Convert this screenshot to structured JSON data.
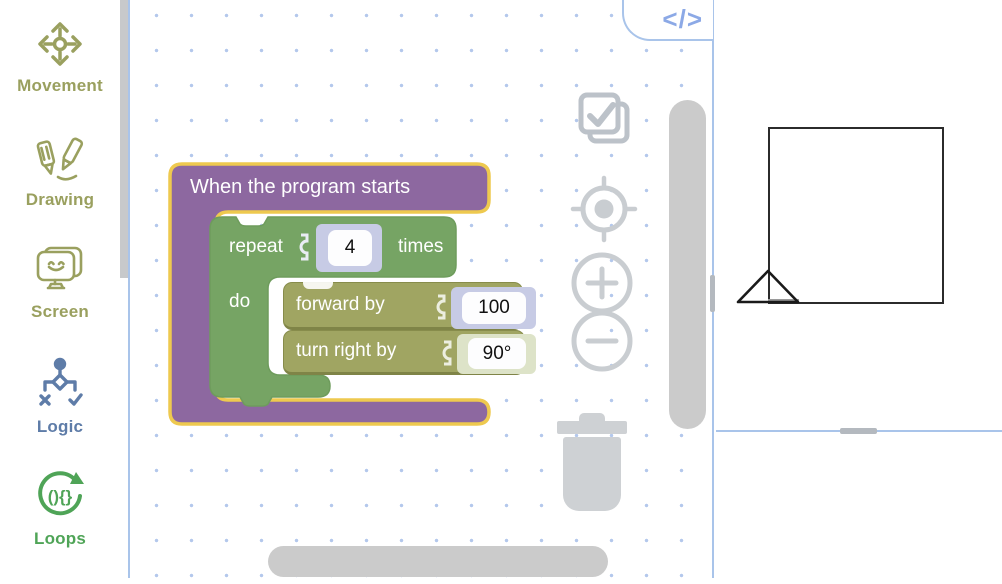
{
  "sidebar": {
    "categories": [
      {
        "id": "movement",
        "label": "Movement",
        "color": "#9aa05f",
        "icon": "movement-arrows-icon"
      },
      {
        "id": "drawing",
        "label": "Drawing",
        "color": "#9aa05f",
        "icon": "crayons-icon"
      },
      {
        "id": "screen",
        "label": "Screen",
        "color": "#9aa05f",
        "icon": "monitor-face-icon"
      },
      {
        "id": "logic",
        "label": "Logic",
        "color": "#5e7ca8",
        "icon": "flowchart-icon"
      },
      {
        "id": "loops",
        "label": "Loops",
        "color": "#4fa457",
        "icon": "loop-arrows-icon"
      }
    ]
  },
  "workspace": {
    "code_toggle": {
      "label": "</>"
    },
    "blocks": {
      "event": {
        "label": "When the program starts"
      },
      "repeat": {
        "prefix": "repeat",
        "value": "4",
        "suffix": "times",
        "do_label": "do"
      },
      "forward": {
        "label": "forward by",
        "value": "100"
      },
      "turn": {
        "label": "turn right by",
        "value": "90°"
      }
    },
    "controls": [
      "check-run-icon",
      "center-target-icon",
      "zoom-in-icon",
      "zoom-out-icon",
      "trash-icon"
    ]
  },
  "canvas": {
    "drawn_shape": "square",
    "cursor": "turtle-triangle"
  },
  "colors": {
    "event_block": "#8d68a0",
    "event_border": "#eec94f",
    "repeat_block": "#76a464",
    "movement_block": "#a0a562",
    "number_shadow": "#c7cbe5",
    "angle_shadow": "#dde3c8",
    "workspace_border": "#a9c4ea",
    "grid_dot": "#b4c8ec",
    "control_gray": "#c9cdd1",
    "category_olive": "#9aa05f",
    "category_blue": "#5e7ca8",
    "category_green": "#4fa457",
    "code_toggle_text": "#8ca9e6"
  }
}
